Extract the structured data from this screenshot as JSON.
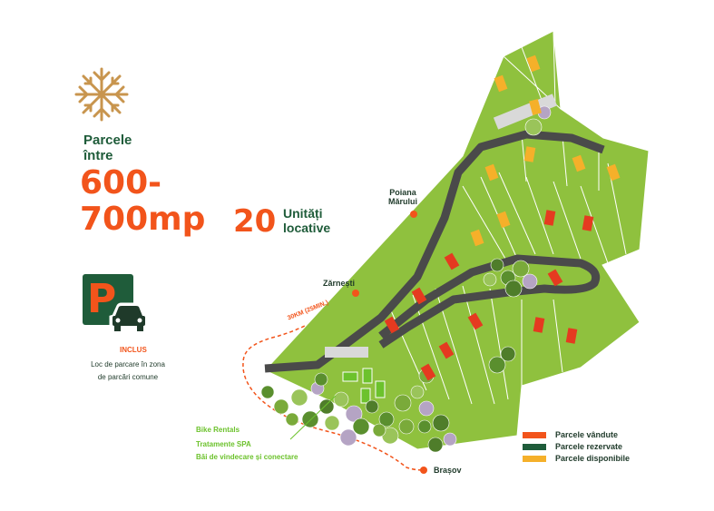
{
  "header": {
    "parcels_label_line1": "Parcele",
    "parcels_label_line2": "între",
    "size_line1": "600-",
    "size_line2": "700mp",
    "units_number": "20",
    "units_label_line1": "Unități",
    "units_label_line2": "locative"
  },
  "parking": {
    "sign_letter": "P",
    "included_label": "INCLUS",
    "description_line1": "Loc de parcare în zona",
    "description_line2": "de parcări comune"
  },
  "places": {
    "poiana_line1": "Poiana",
    "poiana_line2": "Mărului",
    "zarnesti": "Zărnești",
    "brasov": "Brașov",
    "route_label": "30KM (25MIN.)"
  },
  "amenities": [
    "Bike Rentals",
    "Tratamente SPA",
    "Băi de vindecare și conectare"
  ],
  "legend": [
    {
      "label": "Parcele vândute",
      "color": "#f2541b"
    },
    {
      "label": "Parcele rezervate",
      "color": "#1f5c3a"
    },
    {
      "label": "Parcele disponibile",
      "color": "#f5b02a"
    }
  ],
  "colors": {
    "land": "#8fc13e",
    "road": "#4a4a4a",
    "sold": "#e53a20",
    "available": "#f5b02a",
    "route": "#f2541b"
  },
  "parcel_status": [
    "available",
    "available",
    "available",
    "available",
    "available",
    "available",
    "available",
    "available",
    "available",
    "sold",
    "sold",
    "sold",
    "sold",
    "sold",
    "sold",
    "sold",
    "sold",
    "sold",
    "sold",
    "sold"
  ]
}
